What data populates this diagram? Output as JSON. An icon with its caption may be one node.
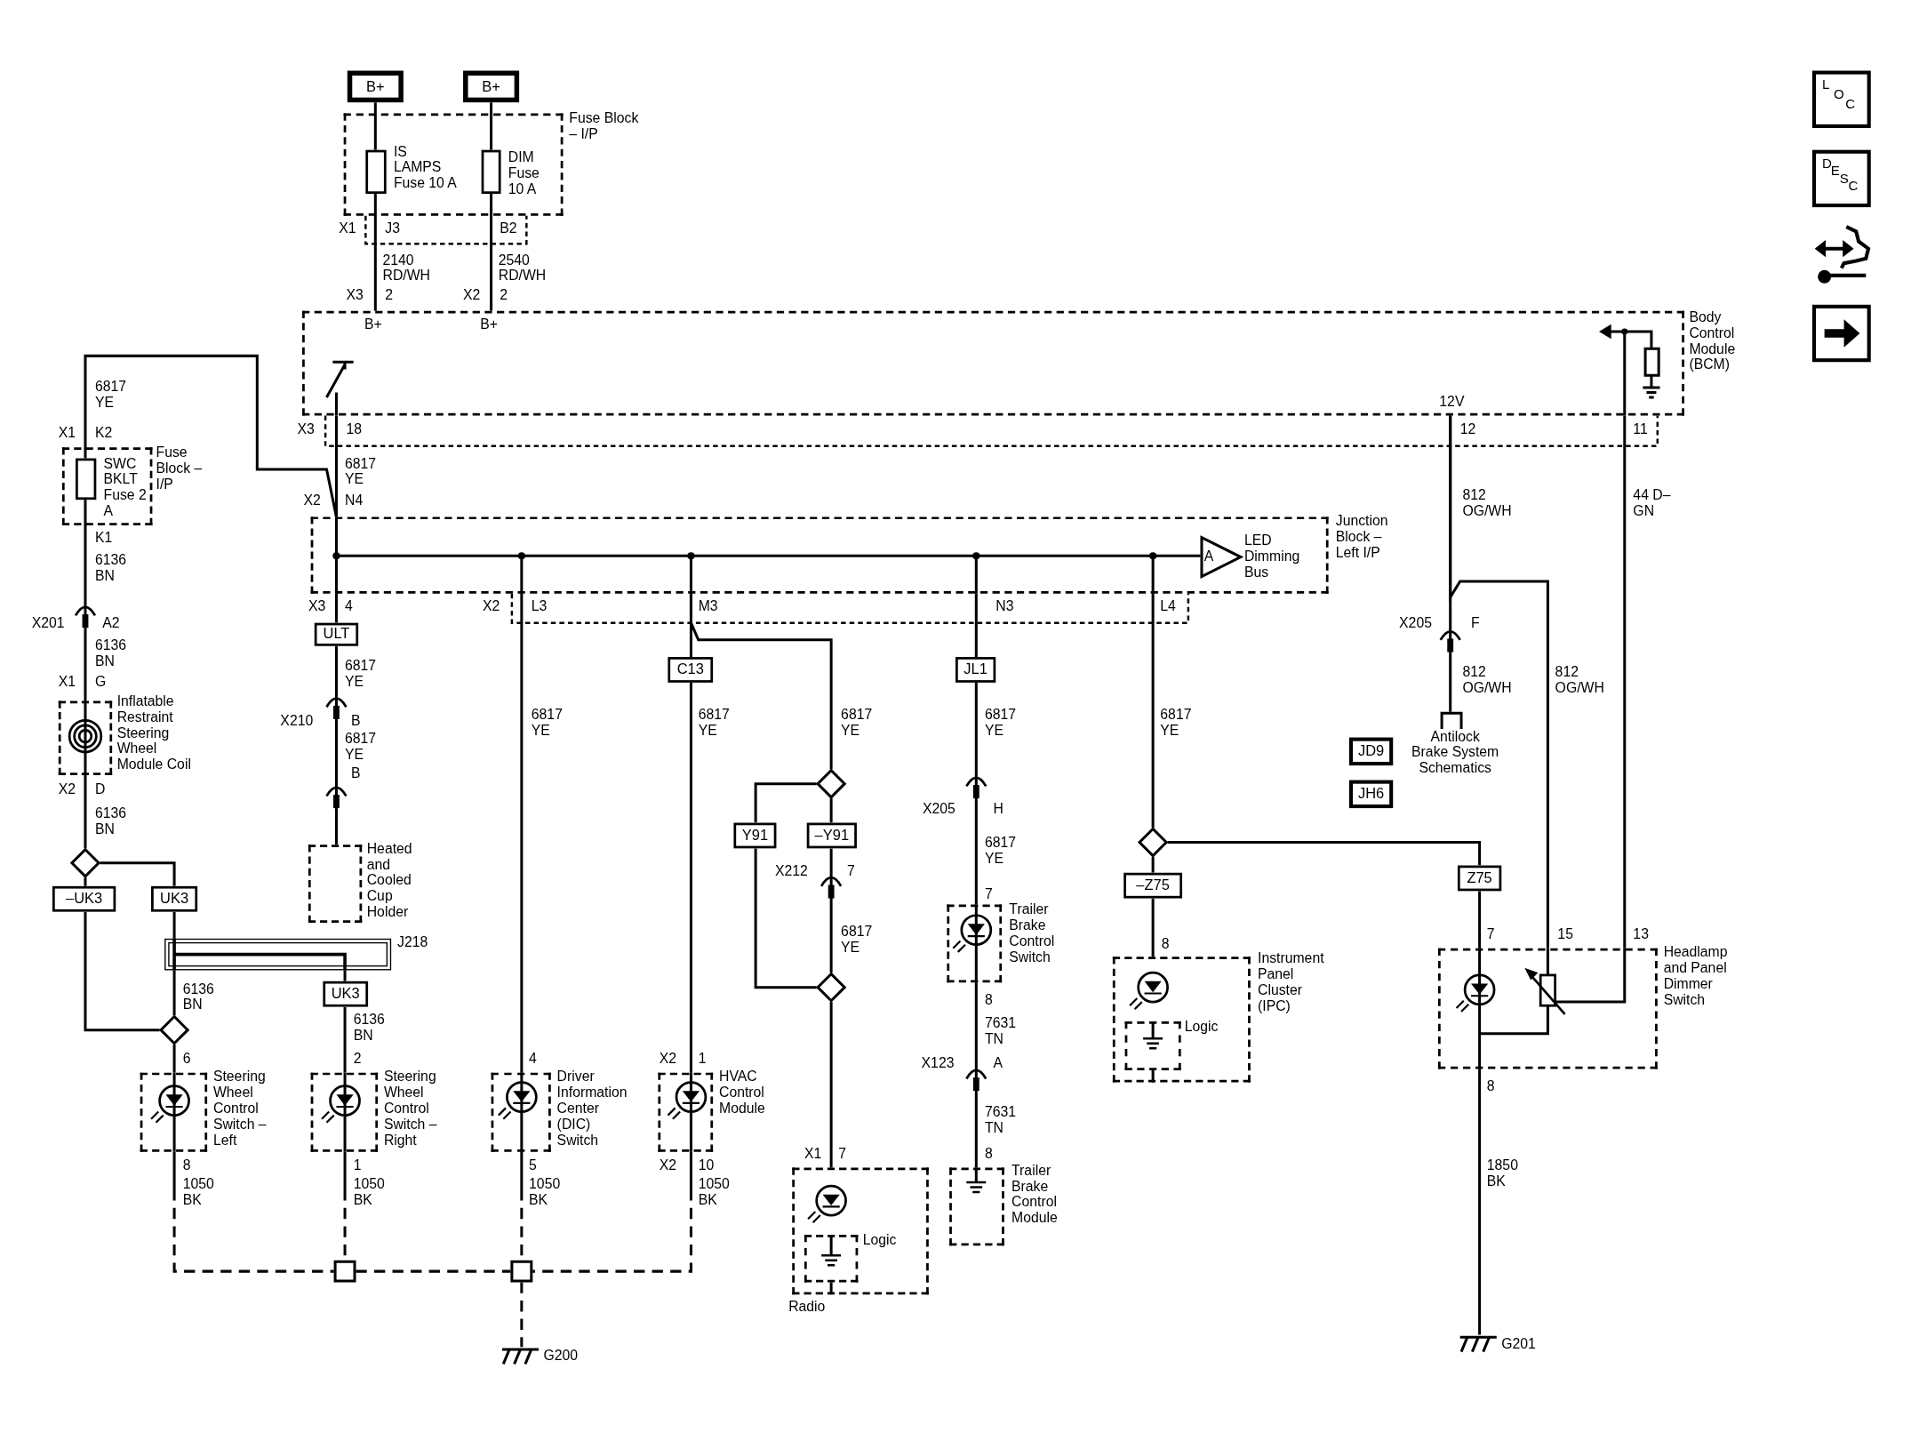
{
  "diagram": {
    "nodes": [
      {
        "text": [
          "B+"
        ]
      },
      {
        "text": [
          "B+"
        ]
      },
      {
        "text": [
          "Fuse Block – I/P"
        ]
      },
      {
        "text": [
          "IS LAMPS Fuse 10 A"
        ],
        "in": 2
      },
      {
        "text": [
          "DIM Fuse 10 A"
        ],
        "in": 2
      },
      {
        "text": [
          "Body Control Module (BCM)"
        ]
      },
      {
        "text": [
          "Fuse Block – I/P"
        ]
      },
      {
        "text": [
          "SWC BKLT Fuse 2 A"
        ],
        "in": 6
      },
      {
        "text": [
          "Junction Block – Left I/P"
        ]
      },
      {
        "text": [
          "A",
          "LED Dimming Bus"
        ],
        "in": 8
      },
      {
        "text": [
          "ULT"
        ]
      },
      {
        "text": [
          "Inflatable Restraint Steering Wheel Module Coil"
        ]
      },
      {
        "text": [
          "Heated and Cooled Cup Holder"
        ]
      },
      {
        "text": [
          "C13"
        ]
      },
      {
        "text": [
          "JL1"
        ]
      },
      {
        "text": [],
        "shape": "diamond"
      },
      {
        "text": [
          "–UK3"
        ]
      },
      {
        "text": [
          "UK3"
        ]
      },
      {
        "text": [
          "J218"
        ]
      },
      {
        "text": [
          "UK3"
        ]
      },
      {
        "text": [],
        "shape": "diamond"
      },
      {
        "text": [
          "Steering Wheel Control Switch – Left"
        ]
      },
      {
        "text": [
          "Steering Wheel Control Switch – Right"
        ]
      },
      {
        "text": [
          "Driver Information Center (DIC) Switch"
        ]
      },
      {
        "text": [
          "HVAC Control Module"
        ]
      },
      {
        "text": [],
        "shape": "diamond"
      },
      {
        "text": [
          "Y91"
        ]
      },
      {
        "text": [
          "–Y91"
        ]
      },
      {
        "text": [],
        "shape": "diamond"
      },
      {
        "text": [
          "Radio"
        ]
      },
      {
        "text": [
          "Logic"
        ],
        "in": 29
      },
      {
        "text": [
          "Trailer Brake Control Switch"
        ]
      },
      {
        "text": [
          "Trailer Brake Control Module"
        ]
      },
      {
        "text": [],
        "shape": "diamond"
      },
      {
        "text": [
          "–Z75"
        ]
      },
      {
        "text": [
          "Z75"
        ]
      },
      {
        "text": [
          "Instrument Panel Cluster (IPC)"
        ]
      },
      {
        "text": [
          "Logic"
        ],
        "in": 36
      },
      {
        "text": [
          "Headlamp and Panel Dimmer Switch"
        ]
      },
      {
        "text": [
          "Antilock Brake System Schematics"
        ]
      },
      {
        "text": [
          "JD9"
        ]
      },
      {
        "text": [
          "JH6"
        ]
      },
      {
        "text": [],
        "shape": "box"
      },
      {
        "text": [],
        "shape": "box"
      },
      {
        "text": [
          "G200"
        ]
      },
      {
        "text": [
          "G201"
        ]
      },
      {
        "text": [
          "LOC"
        ]
      },
      {
        "text": [
          "DESC"
        ]
      }
    ],
    "edges": [
      {
        "from": 0,
        "to": 3,
        "arrow": "none"
      },
      {
        "from": 1,
        "to": 4,
        "arrow": "none"
      },
      {
        "from": 3,
        "to": 5,
        "arrow": "none",
        "label": "2140 RD/WH"
      },
      {
        "from": 4,
        "to": 5,
        "arrow": "none",
        "label": "2540 RD/WH"
      },
      {
        "from": 5,
        "to": 8,
        "arrow": "none",
        "label": "6817 YE"
      },
      {
        "from": 7,
        "to": 8,
        "arrow": "none",
        "label": "6817 YE"
      },
      {
        "from": 7,
        "to": 11,
        "arrow": "none",
        "label": "6136 BN"
      },
      {
        "from": 11,
        "to": 15,
        "arrow": "none",
        "label": "6136 BN"
      },
      {
        "from": 15,
        "to": 16,
        "arrow": "none"
      },
      {
        "from": 15,
        "to": 17,
        "arrow": "none"
      },
      {
        "from": 16,
        "to": 20,
        "arrow": "none"
      },
      {
        "from": 17,
        "to": 18,
        "arrow": "none"
      },
      {
        "from": 18,
        "to": 19,
        "arrow": "none"
      },
      {
        "from": 18,
        "to": 20,
        "arrow": "none",
        "label": "6136 BN"
      },
      {
        "from": 20,
        "to": 21,
        "arrow": "none"
      },
      {
        "from": 19,
        "to": 22,
        "arrow": "none",
        "label": "6136 BN"
      },
      {
        "from": 8,
        "to": 10,
        "arrow": "none"
      },
      {
        "from": 10,
        "to": 12,
        "arrow": "none",
        "label": "6817 YE"
      },
      {
        "from": 8,
        "to": 23,
        "arrow": "none",
        "label": "6817 YE"
      },
      {
        "from": 8,
        "to": 13,
        "arrow": "none"
      },
      {
        "from": 13,
        "to": 24,
        "arrow": "none",
        "label": "6817 YE"
      },
      {
        "from": 8,
        "to": 25,
        "arrow": "none",
        "label": "6817 YE"
      },
      {
        "from": 25,
        "to": 26,
        "arrow": "none"
      },
      {
        "from": 25,
        "to": 27,
        "arrow": "none"
      },
      {
        "from": 27,
        "to": 28,
        "arrow": "none",
        "label": "6817 YE"
      },
      {
        "from": 26,
        "to": 28,
        "arrow": "none"
      },
      {
        "from": 28,
        "to": 29,
        "arrow": "none"
      },
      {
        "from": 8,
        "to": 14,
        "arrow": "none"
      },
      {
        "from": 14,
        "to": 31,
        "arrow": "none",
        "label": "6817 YE"
      },
      {
        "from": 31,
        "to": 32,
        "arrow": "none",
        "label": "7631 TN"
      },
      {
        "from": 8,
        "to": 33,
        "arrow": "none",
        "label": "6817 YE"
      },
      {
        "from": 33,
        "to": 34,
        "arrow": "none"
      },
      {
        "from": 33,
        "to": 35,
        "arrow": "none"
      },
      {
        "from": 34,
        "to": 36,
        "arrow": "none"
      },
      {
        "from": 35,
        "to": 38,
        "arrow": "none"
      },
      {
        "from": 38,
        "to": 45,
        "arrow": "none",
        "label": "1850 BK"
      },
      {
        "from": 5,
        "to": 39,
        "arrow": "none",
        "label": "812 OG/WH"
      },
      {
        "from": 5,
        "to": 38,
        "arrow": "none",
        "label": "812 OG/WH"
      },
      {
        "from": 5,
        "to": 38,
        "arrow": "none",
        "label": "44 D–GN"
      },
      {
        "from": 21,
        "to": 42,
        "arrow": "none",
        "label": "1050 BK",
        "style": "dashed"
      },
      {
        "from": 22,
        "to": 42,
        "arrow": "none",
        "label": "1050 BK",
        "style": "dashed"
      },
      {
        "from": 23,
        "to": 43,
        "arrow": "none",
        "label": "1050 BK",
        "style": "dashed"
      },
      {
        "from": 24,
        "to": 43,
        "arrow": "none",
        "label": "1050 BK",
        "style": "dashed"
      },
      {
        "from": 42,
        "to": 43,
        "arrow": "none",
        "style": "dashed"
      },
      {
        "from": 43,
        "to": 44,
        "arrow": "none",
        "style": "dashed"
      },
      {
        "from": 29,
        "to": 30,
        "arrow": "none"
      },
      {
        "from": 36,
        "to": 37,
        "arrow": "none"
      }
    ],
    "labels": [
      "X1",
      "J3",
      "B2",
      "X3",
      "2",
      "X2",
      "2",
      "B+",
      "B+",
      "12V",
      "X1",
      "K2",
      "X3",
      "18",
      "12",
      "11",
      "X2",
      "N4",
      "K1",
      "X3",
      "4",
      "X2",
      "L3",
      "M3",
      "N3",
      "L4",
      "X201",
      "A2",
      "X205",
      "F",
      "6136 BN",
      "812 OG/WH",
      "X1",
      "G",
      "X210",
      "B",
      "6817 YE",
      "B",
      "X2",
      "D",
      "X205",
      "H",
      "6817 YE",
      "X212",
      "7",
      "7",
      "8",
      "7",
      "15",
      "13",
      "8",
      "6",
      "2",
      "4",
      "X2",
      "1",
      "X123",
      "A",
      "8",
      "7631 TN",
      "8",
      "1",
      "5",
      "X2",
      "10",
      "X1",
      "7",
      "8"
    ]
  }
}
